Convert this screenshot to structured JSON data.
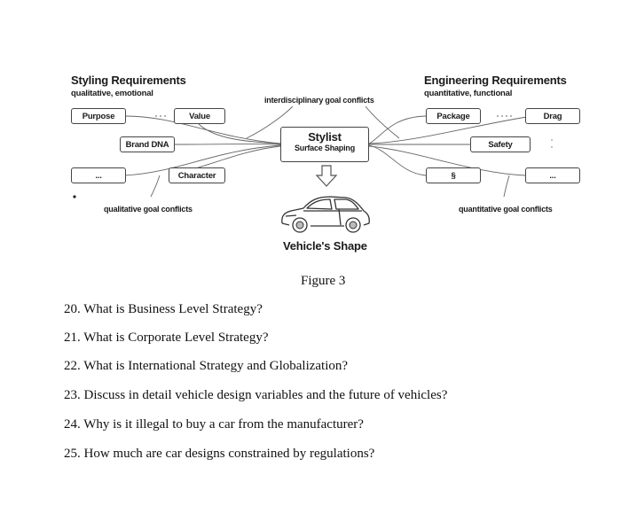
{
  "diagram": {
    "styling": {
      "title": "Styling Requirements",
      "subtitle": "qualitative, emotional",
      "boxes": {
        "purpose": "Purpose",
        "value": "Value",
        "brand_dna": "Brand DNA",
        "ellipsis": "...",
        "character": "Character"
      },
      "conflict_label": "qualitative goal conflicts"
    },
    "engineering": {
      "title": "Engineering Requirements",
      "subtitle": "quantitative, functional",
      "boxes": {
        "package": "Package",
        "drag": "Drag",
        "safety": "Safety",
        "section": "§",
        "ellipsis": "..."
      },
      "conflict_label": "quantitative goal conflicts"
    },
    "interdisciplinary_label": "interdisciplinary goal conflicts",
    "stylist": {
      "title": "Stylist",
      "subtitle": "Surface Shaping"
    },
    "vehicle_shape_label": "Vehicle's Shape",
    "icons": {
      "arrow": "down-arrow-icon",
      "car": "car-icon"
    }
  },
  "figure_caption": "Figure 3",
  "questions": [
    "20. What is Business Level Strategy?",
    "21. What is Corporate Level Strategy?",
    "22. What is International Strategy and Globalization?",
    "23. Discuss in detail vehicle design variables and the future of vehicles?",
    "24. Why is it illegal to buy a car from the manufacturer?",
    "25. How much are car designs constrained by regulations?"
  ]
}
